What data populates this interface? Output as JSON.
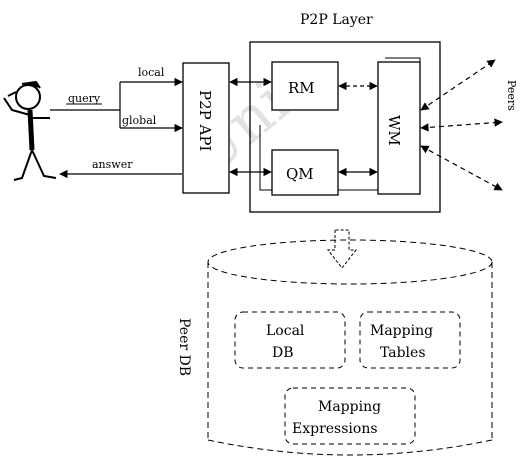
{
  "diagram": {
    "layer_title": "P2P Layer",
    "edges": {
      "query": "query",
      "local": "local",
      "global": "global",
      "answer": "answer"
    },
    "modules": {
      "p2p_api": "P2P API",
      "rm": "RM",
      "qm": "QM",
      "wm": "WM"
    },
    "side_label": "Peers",
    "peer_db": {
      "title": "Peer DB",
      "local_db": [
        "Local",
        "DB"
      ],
      "mapping_tables": [
        "Mapping",
        "Tables"
      ],
      "mapping_expressions": [
        "Mapping",
        "Expressions"
      ]
    },
    "watermark": "Univ"
  }
}
